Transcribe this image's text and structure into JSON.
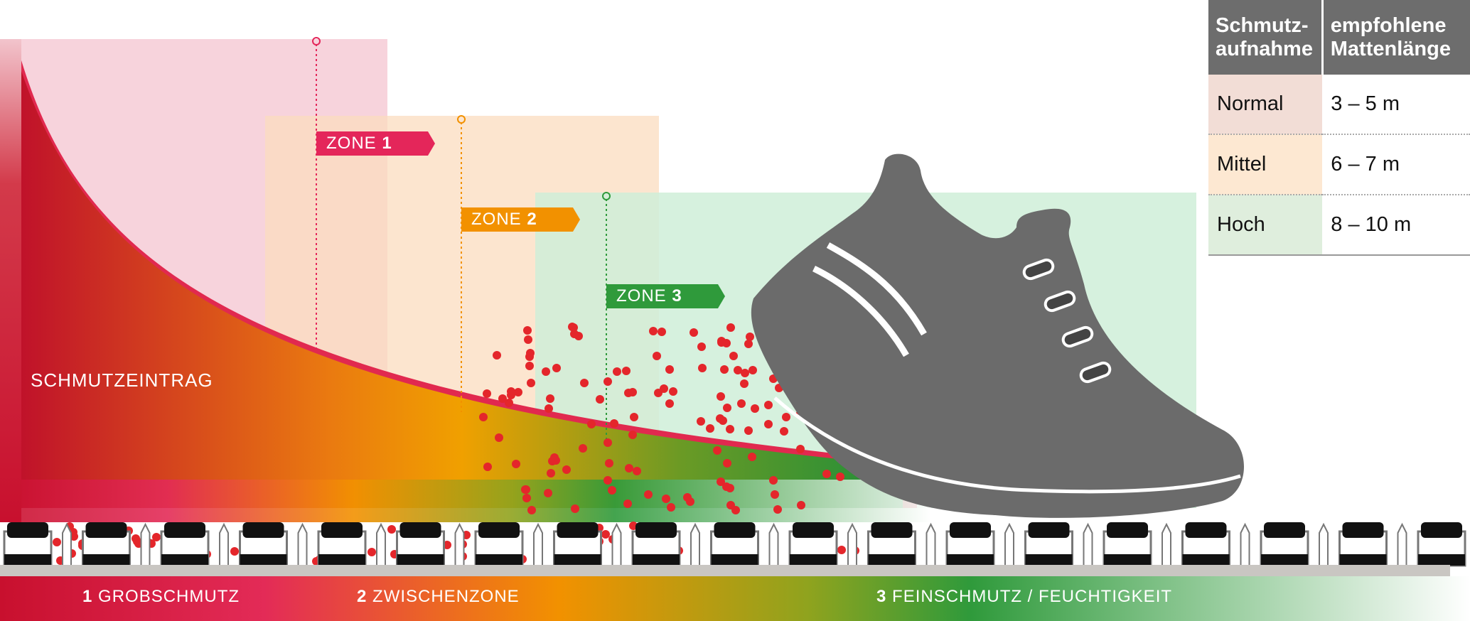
{
  "diagram": {
    "y_label": "SCHMUTZEINTRAG",
    "zones": [
      {
        "prefix": "ZONE ",
        "num": "1",
        "color": "#e4265a"
      },
      {
        "prefix": "ZONE ",
        "num": "2",
        "color": "#f29100"
      },
      {
        "prefix": "ZONE ",
        "num": "3",
        "color": "#2f9a3b"
      }
    ],
    "bottom_labels": [
      {
        "num": "1",
        "text": " GROBSCHMUTZ"
      },
      {
        "num": "2",
        "text": " ZWISCHENZONE"
      },
      {
        "num": "3",
        "text": " FEINSCHMUTZ / FEUCHTIGKEIT"
      }
    ]
  },
  "table": {
    "headers": [
      "Schmutz-aufnahme",
      "empfohlene Mattenlänge"
    ],
    "rows": [
      {
        "level": "Normal",
        "length": "3 – 5 m",
        "color": "#f2ddd6"
      },
      {
        "level": "Mittel",
        "length": "6 – 7 m",
        "color": "#fde8d2"
      },
      {
        "level": "Hoch",
        "length": "8  – 10 m",
        "color": "#dfeedd"
      }
    ]
  }
}
